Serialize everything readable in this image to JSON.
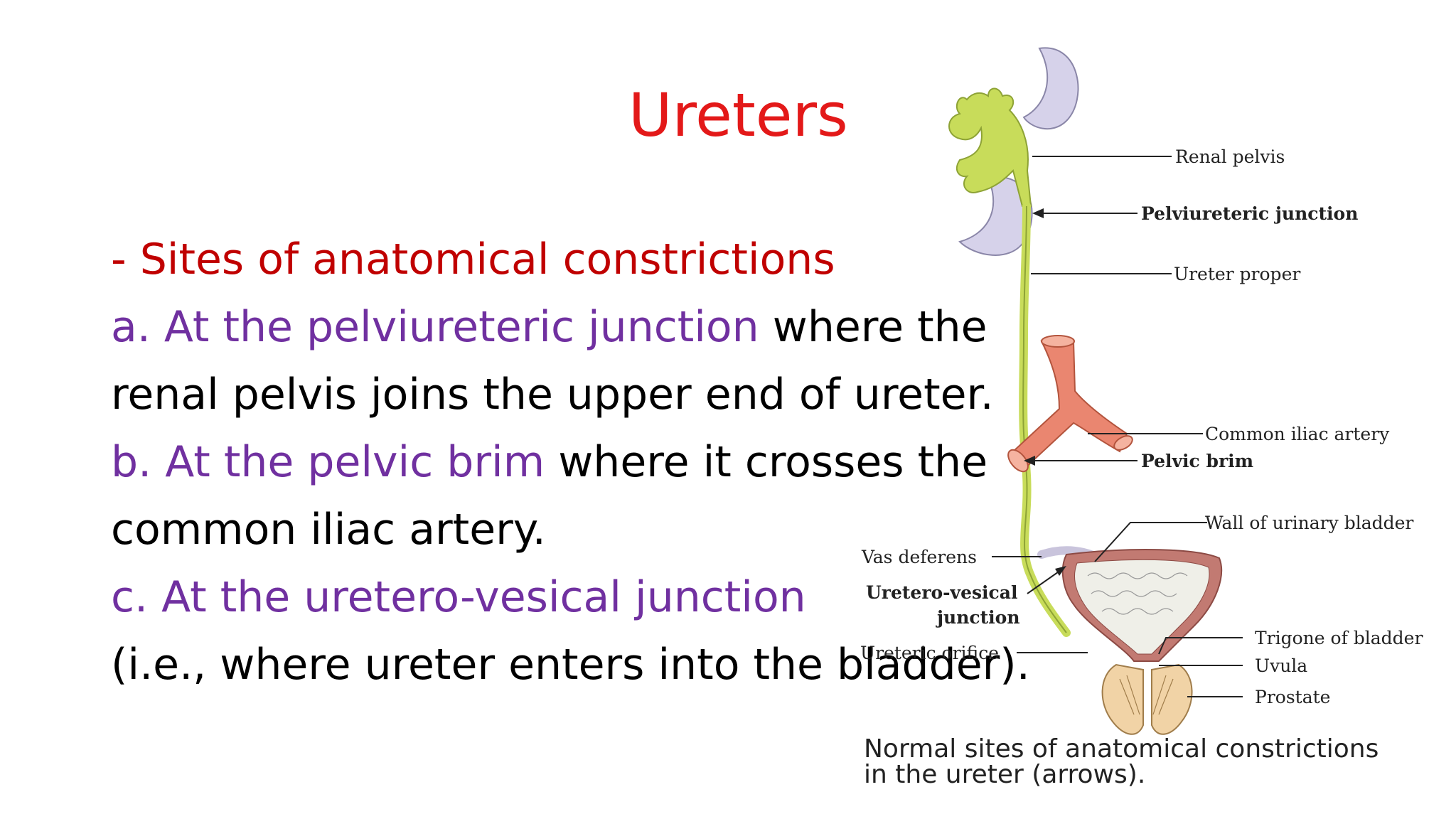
{
  "slide": {
    "title": "Ureters",
    "heading": "- Sites of anatomical constrictions",
    "items": [
      {
        "marker_text": "a. At the pelviureteric junction",
        "rest": " where the"
      },
      {
        "continuation": "renal pelvis joins the upper end of ureter."
      },
      {
        "marker_text": "b. At the pelvic brim",
        "rest": " where it crosses the"
      },
      {
        "continuation": "common iliac artery."
      },
      {
        "marker_text": "c. At the uretero-vesical junction",
        "rest": ""
      },
      {
        "continuation": "(i.e., where ureter enters into the bladder)."
      }
    ]
  },
  "figure": {
    "labels": {
      "renal_pelvis": "Renal pelvis",
      "pelviureteric_junction": "Pelviureteric junction",
      "ureter_proper": "Ureter proper",
      "common_iliac_artery": "Common iliac artery",
      "pelvic_brim": "Pelvic brim",
      "wall_of_urinary_bladder": "Wall of urinary bladder",
      "vas_deferens": "Vas deferens",
      "uretero_vesical_junction_line1": "Uretero-vesical",
      "uretero_vesical_junction_line2": "junction",
      "ureteric_orifice": "Ureteric orifice",
      "trigone_of_bladder": "Trigone of bladder",
      "uvula": "Uvula",
      "prostate": "Prostate"
    },
    "caption_line1": "Normal sites of anatomical constrictions",
    "caption_line2": "in the ureter (arrows)."
  },
  "colors": {
    "title": "#e31919",
    "heading": "#c00000",
    "highlight": "#7030a0",
    "ureter": "#c8dc5a",
    "artery": "#ea8670",
    "kidney": "#d6d2ea",
    "bladder_wall": "#c27a72",
    "prostate": "#f1d3a6"
  }
}
